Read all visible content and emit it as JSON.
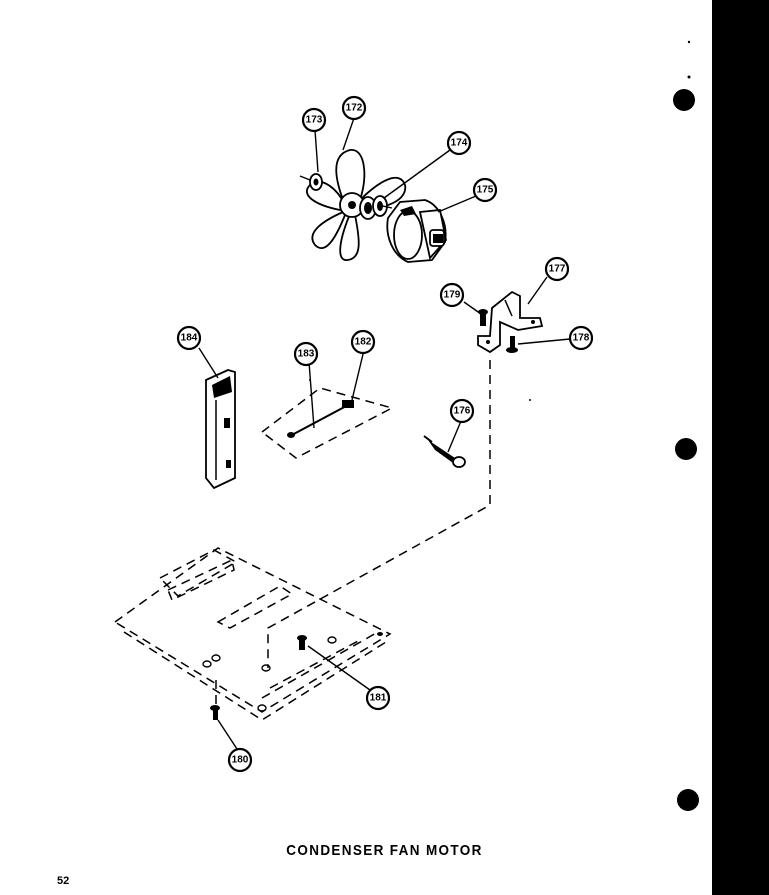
{
  "caption": "CONDENSER FAN MOTOR",
  "page_number": "52",
  "callouts": {
    "c172": "172",
    "c173": "173",
    "c174": "174",
    "c175": "175",
    "c176": "176",
    "c177": "177",
    "c178": "178",
    "c179": "179",
    "c180": "180",
    "c181": "181",
    "c182": "182",
    "c183": "183",
    "c184": "184"
  },
  "colors": {
    "ink": "#000000",
    "paper": "#ffffff"
  }
}
